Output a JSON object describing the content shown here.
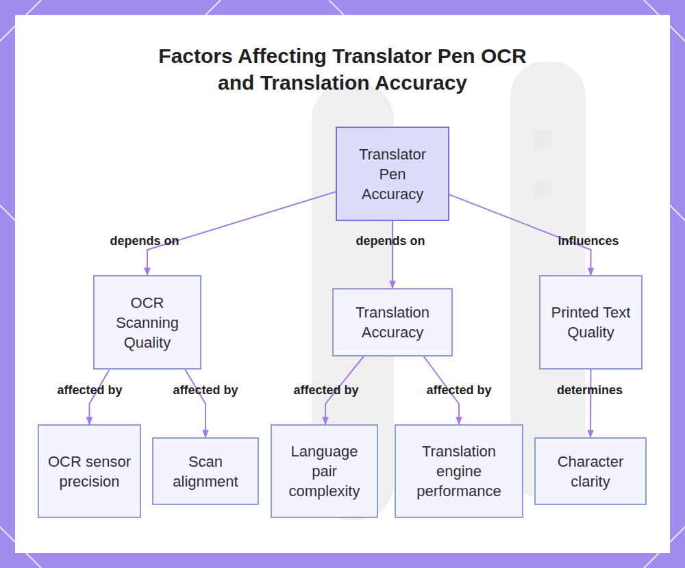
{
  "diagram": {
    "title": "Factors Affecting Translator Pen OCR and Translation Accuracy",
    "nodes": [
      {
        "text": [
          "Translator Pen Accuracy"
        ]
      },
      {
        "text": [
          "OCR Scanning Quality"
        ]
      },
      {
        "text": [
          "Translation Accuracy"
        ]
      },
      {
        "text": [
          "Printed Text Quality"
        ]
      },
      {
        "text": [
          "OCR sensor precision"
        ]
      },
      {
        "text": [
          "Scan alignment"
        ]
      },
      {
        "text": [
          "Language pair complexity"
        ]
      },
      {
        "text": [
          "Translation engine performance"
        ]
      },
      {
        "text": [
          "Character clarity"
        ]
      }
    ],
    "edges": [
      {
        "from": 0,
        "to": 1,
        "label": "depends on",
        "arrow": "to"
      },
      {
        "from": 0,
        "to": 2,
        "label": "depends on",
        "arrow": "to"
      },
      {
        "from": 0,
        "to": 3,
        "label": "influences",
        "arrow": "to"
      },
      {
        "from": 1,
        "to": 4,
        "label": "affected by",
        "arrow": "to"
      },
      {
        "from": 1,
        "to": 5,
        "label": "affected by",
        "arrow": "to"
      },
      {
        "from": 2,
        "to": 6,
        "label": "affected by",
        "arrow": "to"
      },
      {
        "from": 2,
        "to": 7,
        "label": "affected by",
        "arrow": "to"
      },
      {
        "from": 3,
        "to": 8,
        "label": "determines",
        "arrow": "to"
      }
    ]
  }
}
